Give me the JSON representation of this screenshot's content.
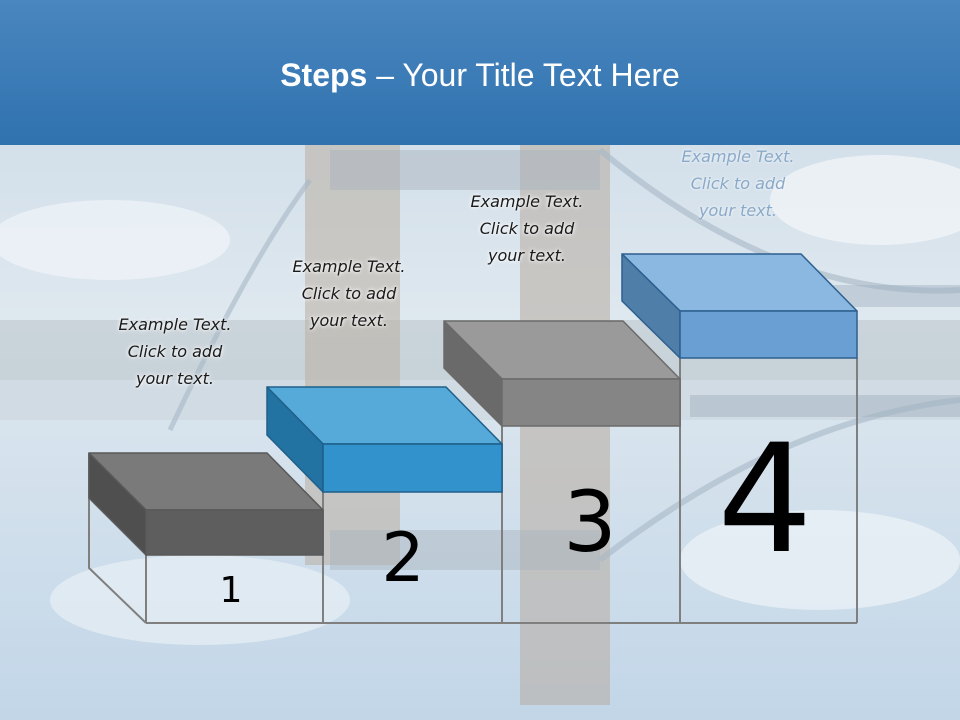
{
  "slide": {
    "title_bold": "Steps",
    "title_rest": " – Your Title Text Here"
  },
  "steps": [
    {
      "number": "1",
      "caption": [
        "Example Text.",
        "Click  to add",
        "your text."
      ],
      "color": "#6b6b6b"
    },
    {
      "number": "2",
      "caption": [
        "Example Text.",
        "Click  to add",
        "your text."
      ],
      "color": "#3a96d0"
    },
    {
      "number": "3",
      "caption": [
        "Example Text.",
        "Click  to add",
        "your text."
      ],
      "color": "#8e8e8e"
    },
    {
      "number": "4",
      "caption": [
        "Example Text.",
        "Click  to add",
        "your text."
      ],
      "color": "#6fa1d4"
    }
  ],
  "colors": {
    "title_bar": "#3a7bb8",
    "title_text": "#ffffff",
    "outline": "#7f7f7f"
  }
}
